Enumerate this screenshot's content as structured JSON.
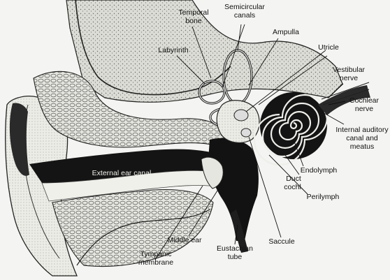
{
  "colors": {
    "paper": "#f4f4f2",
    "ink": "#111111",
    "bone": "#cfcfca",
    "dark": "#1a1a1a"
  },
  "labels": {
    "temporal_bone": [
      "Temporal",
      "bone"
    ],
    "semicircular_canals": [
      "Semicircular",
      "canals"
    ],
    "ampulla": [
      "Ampulla"
    ],
    "labyrinth": [
      "Labyrinth"
    ],
    "utricle": [
      "Utricle"
    ],
    "vestibular_nerve": [
      "Vestibular",
      "nerve"
    ],
    "cochlear_nerve": [
      "Cochlear",
      "nerve"
    ],
    "internal_auditory": [
      "Internal auditory",
      "canal and",
      "meatus"
    ],
    "external_ear_canal": [
      "External ear canal"
    ],
    "endolymph": [
      "Endolymph"
    ],
    "duct_cochl": [
      "Duct",
      "cochl."
    ],
    "perilymph": [
      "Perilymph"
    ],
    "tympanic_membrane": [
      "Tympanic",
      "membrane"
    ],
    "middle_ear": [
      "Middle ear"
    ],
    "eustachian_tube": [
      "Eustachian",
      "tube"
    ],
    "saccule": [
      "Saccule"
    ]
  }
}
